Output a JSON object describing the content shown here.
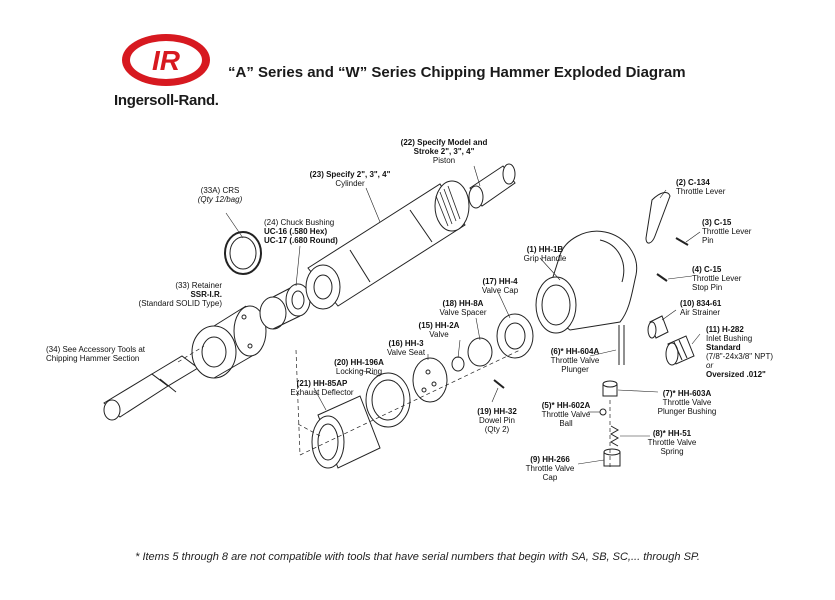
{
  "brand": {
    "logo_text": "IR",
    "wordmark": "Ingersoll-Rand.",
    "color": "#d71920"
  },
  "title": "“A” Series and “W” Series Chipping Hammer Exploded Diagram",
  "parts": {
    "p22": {
      "line1": "(22) Specify Model and",
      "line2": "Stroke 2\", 3\", 4\"",
      "line3": "Piston"
    },
    "p23": {
      "line1": "(23) Specify 2\", 3\", 4\"",
      "line2": "Cylinder"
    },
    "p33a": {
      "line1": "(33A) CRS",
      "line2": "(Qty 12/bag)"
    },
    "p24": {
      "line1": "(24) Chuck Bushing",
      "line2": "UC-16 (.580 Hex)",
      "line3": "UC-17 (.680 Round)"
    },
    "p33": {
      "line1": "(33) Retainer",
      "line2": "SSR-I.R.",
      "line3": "(Standard SOLID Type)"
    },
    "p34": {
      "line1": "(34) See Accessory Tools at",
      "line2": "Chipping Hammer Section"
    },
    "p2": {
      "line1": "(2) C-134",
      "line2": "Throttle Lever"
    },
    "p3": {
      "line1": "(3) C-15",
      "line2": "Throttle Lever",
      "line3": "Pin"
    },
    "p1": {
      "line1": "(1) HH-1B",
      "line2": "Grip Handle"
    },
    "p4": {
      "line1": "(4) C-15",
      "line2": "Throttle Lever",
      "line3": "Stop Pin"
    },
    "p17": {
      "line1": "(17) HH-4",
      "line2": "Valve Cap"
    },
    "p18": {
      "line1": "(18) HH-8A",
      "line2": "Valve Spacer"
    },
    "p10": {
      "line1": "(10) 834-61",
      "line2": "Air Strainer"
    },
    "p11": {
      "line1": "(11) H-282",
      "line2": "Inlet Bushing",
      "line3": "Standard",
      "line4": "(7/8\"-24x3/8\" NPT)",
      "line5": "or",
      "line6": "Oversized .012\""
    },
    "p15": {
      "line1": "(15) HH-2A",
      "line2": "Valve"
    },
    "p16": {
      "line1": "(16) HH-3",
      "line2": "Valve Seat"
    },
    "p20": {
      "line1": "(20) HH-196A",
      "line2": "Locking Ring"
    },
    "p21": {
      "line1": "(21) HH-85AP",
      "line2": "Exhaust Deflector"
    },
    "p6": {
      "line1": "(6)* HH-604A",
      "line2": "Throttle Valve",
      "line3": "Plunger"
    },
    "p7": {
      "line1": "(7)* HH-603A",
      "line2": "Throttle Valve",
      "line3": "Plunger Bushing"
    },
    "p5": {
      "line1": "(5)* HH-602A",
      "line2": "Throttle Valve",
      "line3": "Ball"
    },
    "p19": {
      "line1": "(19) HH-32",
      "line2": "Dowel Pin",
      "line3": "(Qty 2)"
    },
    "p8": {
      "line1": "(8)* HH-51",
      "line2": "Throttle Valve",
      "line3": "Spring"
    },
    "p9": {
      "line1": "(9) HH-266",
      "line2": "Throttle Valve",
      "line3": "Cap"
    }
  },
  "footnote": "* Items 5 through 8 are not compatible with tools that have serial numbers that begin with SA, SB, SC,... through SP."
}
